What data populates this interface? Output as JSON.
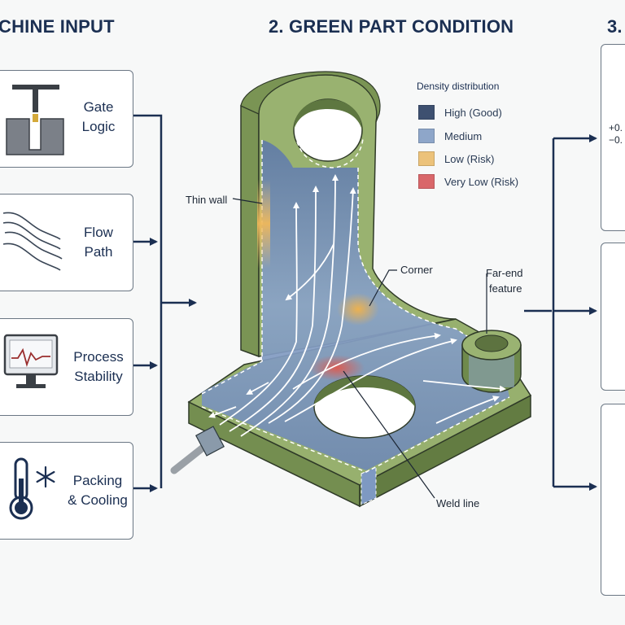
{
  "headings": {
    "machine_input": "CHINE INPUT",
    "green_part": "2. GREEN PART CONDITION",
    "third": "3."
  },
  "input_cards": [
    {
      "line1": "Gate",
      "line2": "Logic",
      "icon": "gate-icon"
    },
    {
      "line1": "Flow",
      "line2": "Path",
      "icon": "flow-path-icon"
    },
    {
      "line1": "Process",
      "line2": "Stability",
      "icon": "monitor-icon"
    },
    {
      "line1": "Packing",
      "line2": "& Cooling",
      "icon": "thermometer-snowflake-icon"
    }
  ],
  "legend": {
    "title": "Density distribution",
    "items": [
      {
        "label": "High (Good)",
        "color": "#3e5070"
      },
      {
        "label": "Medium",
        "color": "#8ea6c9"
      },
      {
        "label": "Low (Risk)",
        "color": "#ecc27a"
      },
      {
        "label": "Very Low (Risk)",
        "color": "#d9676a"
      }
    ]
  },
  "callouts": {
    "thin_wall": "Thin wall",
    "corner": "Corner",
    "far_end_1": "Far-end",
    "far_end_2": "feature",
    "weld_line": "Weld line"
  },
  "right_panel": {
    "tol_plus": "+0.",
    "tol_minus": "−0."
  },
  "colors": {
    "navy": "#1b2f52",
    "part_green": "#8fa767",
    "part_green_dark": "#6f8a4c",
    "flow_blue": "#7e99c2"
  }
}
